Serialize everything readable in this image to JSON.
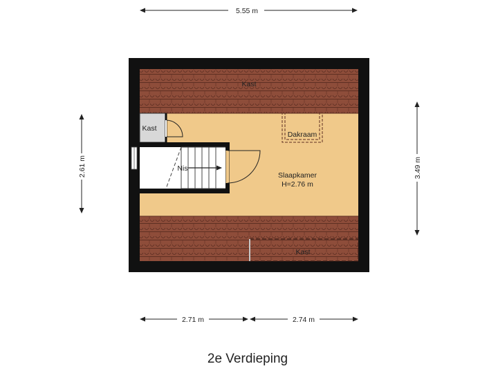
{
  "title": "2e Verdieping",
  "dimensions": {
    "top": "5.55 m",
    "left": "2.61 m",
    "right": "3.49 m",
    "bottom_left": "2.71 m",
    "bottom_right": "2.74 m"
  },
  "rooms": {
    "kast_top": "Kast",
    "kast_small": "Kast",
    "dakraam": "Dakraam",
    "nis": "Nis",
    "slaapkamer": "Slaapkamer",
    "slaapkamer_height": "H=2.76 m",
    "kast_bottom": "Kast"
  },
  "colors": {
    "wall": "#111111",
    "floor": "#f0c98a",
    "roof": "#8e4d3a",
    "roof_line": "#5e2f22",
    "kast_fill": "#d8d8d8"
  }
}
